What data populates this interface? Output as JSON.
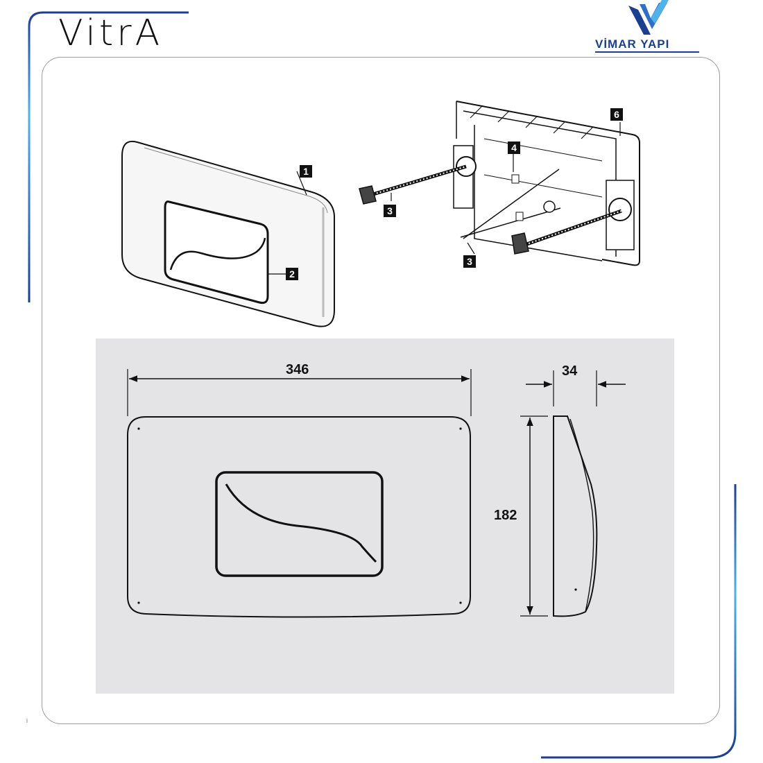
{
  "header": {
    "brand_logo": "VitrA",
    "partner_logo": "VİMAR YAPI",
    "partner_icon": "vimar-v-icon"
  },
  "colors": {
    "accent_blue": "#1b3f8f",
    "light_blue": "#4fb3e8",
    "panel_grey": "#e4e4e6"
  },
  "parts": {
    "labels": [
      "1",
      "2",
      "3",
      "4",
      "3",
      "6"
    ]
  },
  "dimensions": {
    "width": "346",
    "depth": "34",
    "height": "182"
  },
  "footer": {
    "mark": "i"
  }
}
